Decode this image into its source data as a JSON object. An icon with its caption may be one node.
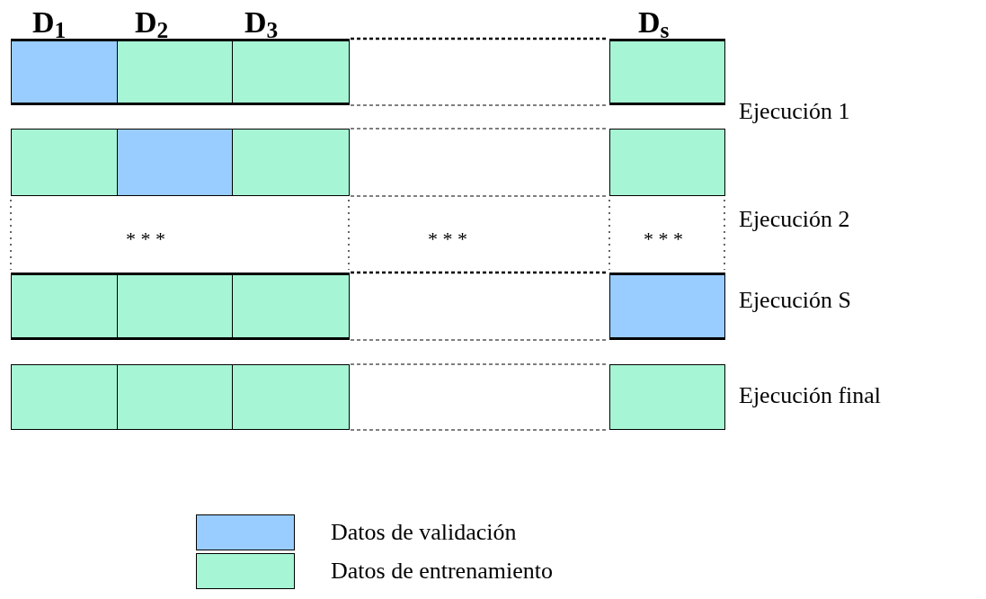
{
  "diagram": {
    "nodes": [
      {
        "text": [],
        "shape": "box"
      },
      {
        "text": [],
        "shape": "box"
      },
      {
        "text": [],
        "shape": "box"
      },
      {
        "text": [],
        "shape": "box"
      },
      {
        "text": [],
        "shape": "box"
      },
      {
        "text": [],
        "shape": "box"
      },
      {
        "text": [],
        "shape": "box"
      },
      {
        "text": [],
        "shape": "box"
      },
      {
        "text": [],
        "shape": "box"
      },
      {
        "text": [],
        "shape": "box"
      },
      {
        "text": [],
        "shape": "box"
      },
      {
        "text": [],
        "shape": "box"
      },
      {
        "text": [],
        "shape": "box"
      },
      {
        "text": [],
        "shape": "box"
      },
      {
        "text": [],
        "shape": "box"
      },
      {
        "text": [],
        "shape": "box"
      }
    ],
    "labels": [
      "D$_{1}$",
      "D$_{2}$",
      "D$_{3}$",
      "D$_{s}$",
      "Ejecución 1",
      "Ejecución 2",
      "* * *",
      "* * *",
      "* * *",
      "Ejecución S",
      "Ejecución final"
    ],
    "legend": [
      {
        "text": "Datos de validación",
        "color": "#99ccff"
      },
      {
        "text": "Datos de entrenamiento",
        "color": "#a6f5d4"
      }
    ]
  }
}
